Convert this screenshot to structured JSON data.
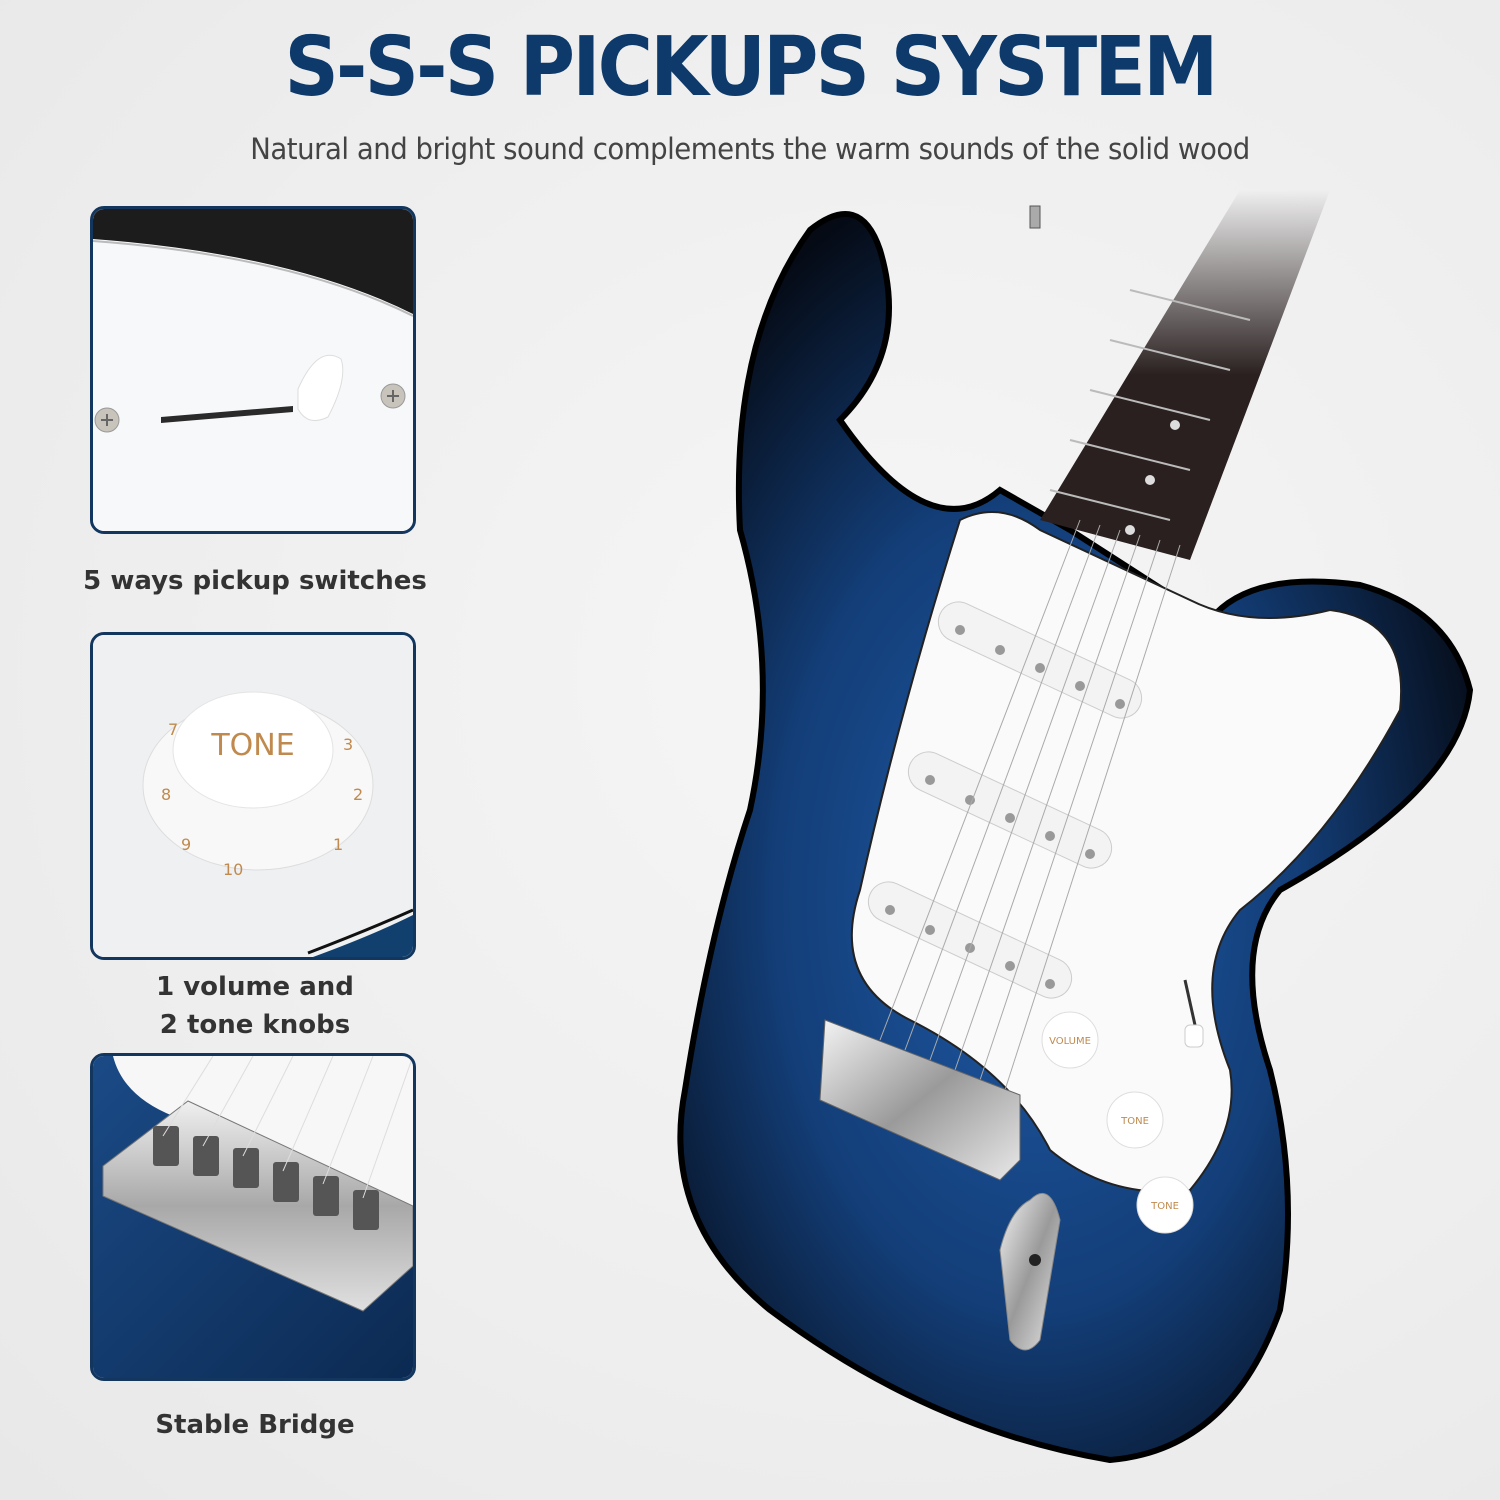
{
  "header": {
    "title": "S-S-S PICKUPS SYSTEM",
    "subtitle": "Natural and bright sound complements the warm sounds of the solid wood"
  },
  "features": [
    {
      "caption": "5 ways pickup switches",
      "image": "pickup-switch-closeup"
    },
    {
      "caption_line1": "1 volume and",
      "caption_line2": "2 tone knobs",
      "image": "tone-knob-closeup",
      "knob_label": "TONE",
      "knob_numbers": [
        "7",
        "8",
        "9",
        "10",
        "1",
        "2",
        "3"
      ]
    },
    {
      "caption": "Stable Bridge",
      "image": "bridge-closeup"
    }
  ],
  "guitar": {
    "finish": "blue burst",
    "pickups": 3,
    "knob_labels": [
      "VOLUME",
      "TONE",
      "TONE"
    ]
  },
  "colors": {
    "title": "#0d3a6a",
    "card_border": "#12365e",
    "guitar_blue": "#1a4a8a",
    "background": "#efefef"
  }
}
